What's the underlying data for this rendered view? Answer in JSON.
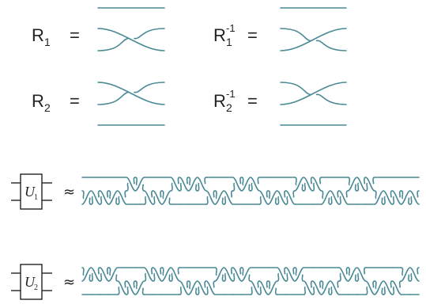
{
  "colors": {
    "strand": "#4a8a96",
    "ink": "#222222"
  },
  "generators": [
    {
      "base": "R",
      "index": "1",
      "sup": "",
      "eq": "=",
      "crossing": "over",
      "flat_strand": "top"
    },
    {
      "base": "R",
      "index": "1",
      "sup": "-1",
      "eq": "=",
      "crossing": "under",
      "flat_strand": "top"
    },
    {
      "base": "R",
      "index": "2",
      "sup": "",
      "eq": "=",
      "crossing": "over",
      "flat_strand": "bottom"
    },
    {
      "base": "R",
      "index": "2",
      "sup": "-1",
      "eq": "=",
      "crossing": "under",
      "flat_strand": "bottom"
    }
  ],
  "gates": [
    {
      "name": "U",
      "index": "1",
      "approx": "≈"
    },
    {
      "name": "U",
      "index": "2",
      "approx": "≈"
    }
  ]
}
